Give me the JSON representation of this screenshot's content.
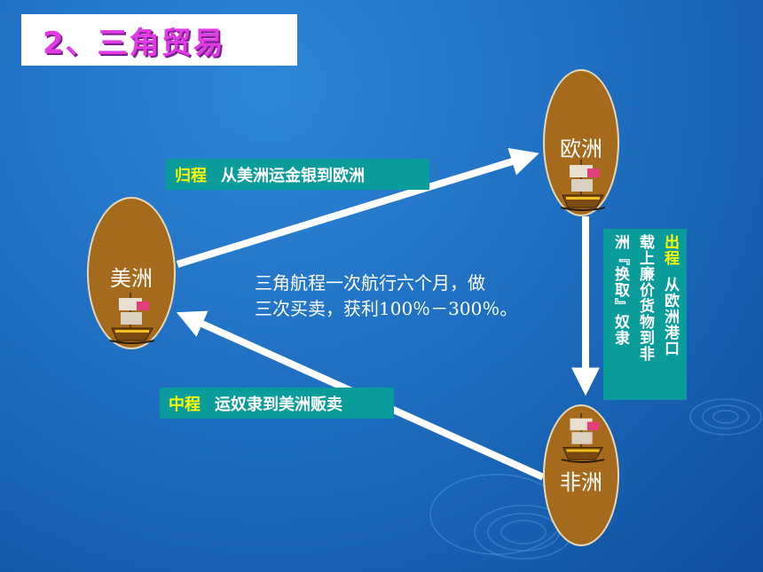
{
  "title": "2、三角贸易",
  "nodes": {
    "europe": "欧洲",
    "america": "美洲",
    "africa": "非洲"
  },
  "return_leg": {
    "tag": "归程",
    "text": "从美洲运金银到欧洲"
  },
  "middle_leg": {
    "tag": "中程",
    "text": "运奴隶到美洲贩卖"
  },
  "outbound_leg": {
    "tag": "出程",
    "col1_rest": "从欧洲港口",
    "col2": "载上廉价货物到非",
    "col3": "洲『换取』奴隶"
  },
  "summary": {
    "line1": "三角航程一次航行六个月，做",
    "line2": "三次买卖，获利100％－300％。"
  },
  "colors": {
    "background": "#1f6fc2",
    "title_text": "#e23be6",
    "node_fill": "#a66a1c",
    "label_fill": "#0a9b9b",
    "tag_text": "#ffff00",
    "arrow": "#ffffff"
  },
  "icons": [
    "ship-icon",
    "arrow-right-icon",
    "arrow-left-icon",
    "arrow-down-icon"
  ]
}
